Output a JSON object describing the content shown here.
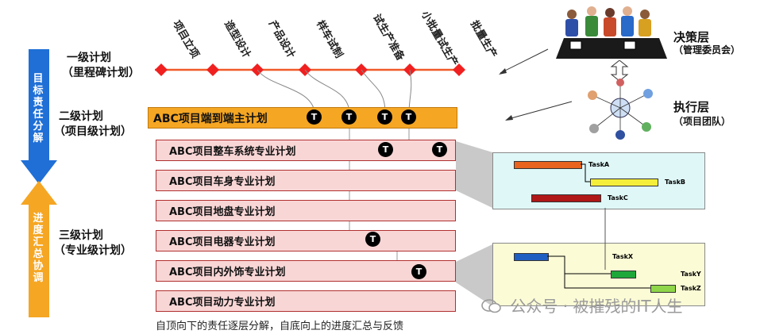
{
  "left_arrows": {
    "top_text": [
      "目",
      "标",
      "责",
      "任",
      "分",
      "解"
    ],
    "bottom_text": [
      "进",
      "度",
      "汇",
      "总",
      "协",
      "调"
    ],
    "top_color": "#1f6fd6",
    "bottom_color": "#f5a623"
  },
  "levels": {
    "level1": {
      "title": "一级计划",
      "subtitle": "（里程碑计划）"
    },
    "level2": {
      "title": "二级计划",
      "subtitle": "（项目级计划）"
    },
    "level3": {
      "title": "三级计划",
      "subtitle": "（专业级计划）"
    }
  },
  "milestones": [
    "项目立项",
    "造型设计",
    "产品设计",
    "样车试制",
    "试生产准备",
    "小批量试生产",
    "批量生产"
  ],
  "level2_bar": {
    "label": "ABC项目端到端主计划",
    "color": "#f5a623"
  },
  "level3_bars": [
    "ABC项目整车系统专业计划",
    "ABC项目车身专业计划",
    "ABC项目地盘专业计划",
    "ABC项目电器专业计划",
    "ABC项目内外饰专业计划",
    "ABC项目动力专业计划"
  ],
  "t_marker": "T",
  "roles": {
    "decision": {
      "title": "决策层",
      "subtitle": "（管理委员会）"
    },
    "execution": {
      "title": "执行层",
      "subtitle": "（项目团队）"
    }
  },
  "gantt1": {
    "bg": "#dff7f7",
    "tasks": [
      {
        "name": "TaskA",
        "color": "#e8641f"
      },
      {
        "name": "TaskB",
        "color": "#f5ef3b"
      },
      {
        "name": "TaskC",
        "color": "#b01818"
      }
    ]
  },
  "gantt2": {
    "bg": "#fbfbd6",
    "tasks": [
      {
        "name": "TaskX",
        "color": "#1f5fc2"
      },
      {
        "name": "TaskY",
        "color": "#1fa83a"
      },
      {
        "name": "TaskZ",
        "color": "#8fd64a"
      }
    ]
  },
  "footer": "自顶向下的责任逐层分解，自底向上的进度汇总与反馈",
  "watermark": "公众号 · 被摧残的IT人生"
}
